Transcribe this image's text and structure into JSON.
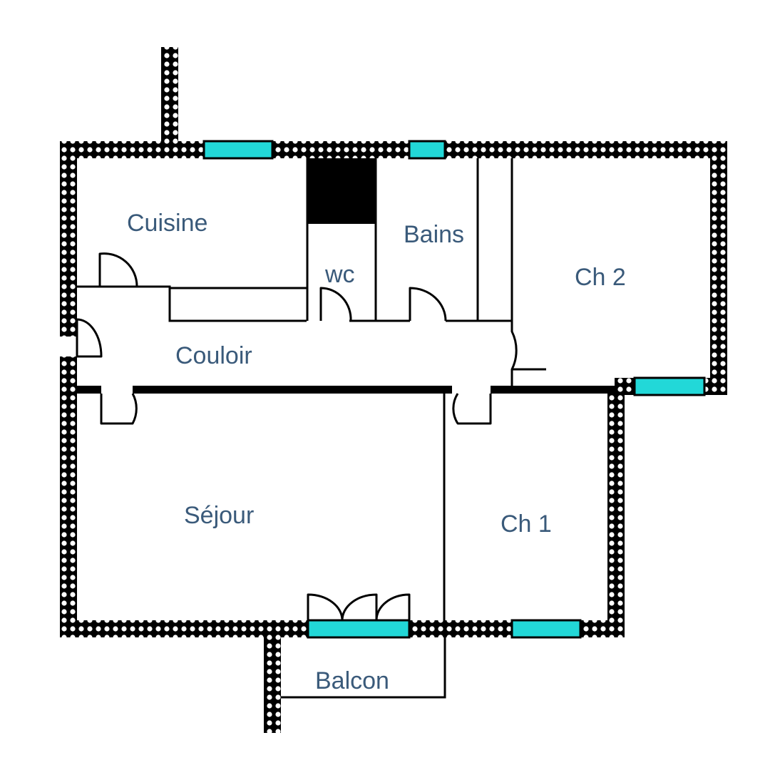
{
  "rooms": {
    "cuisine": "Cuisine",
    "wc": "wc",
    "bains": "Bains",
    "ch2": "Ch 2",
    "couloir": "Couloir",
    "sejour": "Séjour",
    "ch1": "Ch 1",
    "balcon": "Balcon"
  },
  "colors": {
    "window": "#22d8d8",
    "label": "#3a5a7a",
    "wall": "#000000"
  }
}
